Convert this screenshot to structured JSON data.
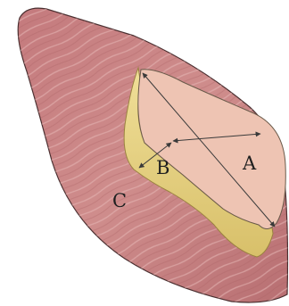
{
  "diagram": {
    "labels": {
      "a": "A",
      "b": "B",
      "c": "C"
    },
    "colors": {
      "muscle_base": "#c98585",
      "muscle_dark": "#b06a6c",
      "muscle_outline": "#4a2f30",
      "fat_layer": "#e8d58a",
      "fat_layer_dark": "#c9b25a",
      "tumor_fill": "#eec4b3",
      "tumor_outline": "#6a5a4a",
      "measure_lines": "#3a3a3a"
    }
  }
}
